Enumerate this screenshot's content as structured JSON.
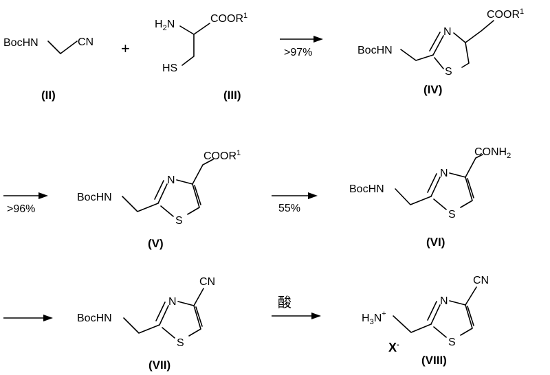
{
  "compounds": {
    "II": {
      "label": "(II)",
      "boc": "BocHN",
      "cn": "CN"
    },
    "III": {
      "label": "(III)",
      "amine": "H2N",
      "ester": "COOR",
      "ester_sup": "1",
      "thiol": "HS"
    },
    "IV": {
      "label": "(IV)",
      "boc": "BocHN",
      "n": "N",
      "s": "S",
      "ester": "COOR",
      "ester_sup": "1"
    },
    "V": {
      "label": "(V)",
      "boc": "BocHN",
      "n": "N",
      "s": "S",
      "ester": "COOR",
      "ester_sup": "1"
    },
    "VI": {
      "label": "(VI)",
      "boc": "BocHN",
      "n": "N",
      "s": "S",
      "amide": "CONH",
      "amide_sub": "2"
    },
    "VII": {
      "label": "(VII)",
      "boc": "BocHN",
      "n": "N",
      "s": "S",
      "cn": "CN"
    },
    "VIII": {
      "label": "(VIII)",
      "ammonium": "H3N",
      "ammonium_sup": "+",
      "counterion": "X",
      "counterion_sup": "-",
      "n": "N",
      "s": "S",
      "cn": "CN"
    }
  },
  "plus": "+",
  "conditions": {
    "step1": ">97%",
    "step2": ">96%",
    "step3": "55%",
    "step5": "酸"
  }
}
